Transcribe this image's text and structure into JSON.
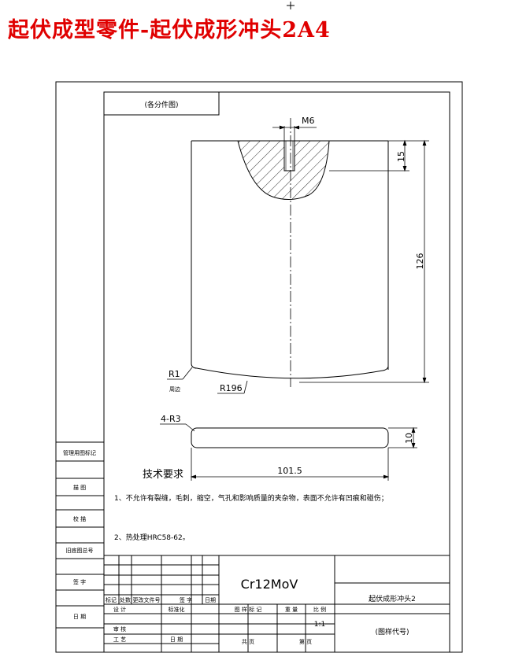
{
  "page_title": "起伏成型零件-起伏成形冲头2A4",
  "top_note": "(各分件图)",
  "dims": {
    "thread": "M6",
    "depth": "15",
    "height": "126",
    "fillet": "R1",
    "fillet_note": "周边",
    "arc": "R196",
    "corner": "4-R3",
    "thickness": "10",
    "width": "101.5"
  },
  "tech": {
    "heading": "技术要求",
    "line1": "1、不允许有裂缝，毛刺，缩空，气孔和影响质量的夹杂物，表面不允许有凹痕和碰伤；",
    "line2": "2、热处理HRC58-62。"
  },
  "side_table": {
    "r1": "管理用图标记",
    "r2": "描 图",
    "r3": "校 描",
    "r4": "旧底图总号",
    "r5": "签 字",
    "r6": "日 期"
  },
  "title_block": {
    "material": "Cr12MoV",
    "part_name": "起伏成形冲头2",
    "drawing_no": "(图样代号)",
    "scale": "1:1",
    "h_mark": "标记",
    "h_count": "处数",
    "h_zone": "更改文件号",
    "h_sign": "签 字",
    "h_date": "日期",
    "h_design": "设 计",
    "h_std": "标准化",
    "h_check": "审 核",
    "h_process": "工 艺",
    "h_approve": "日 期",
    "h_stage": "图 样 标 记",
    "h_weight": "重 量",
    "h_ratio": "比 例",
    "h_sheets": "共 页",
    "h_sheet": "第 页"
  }
}
